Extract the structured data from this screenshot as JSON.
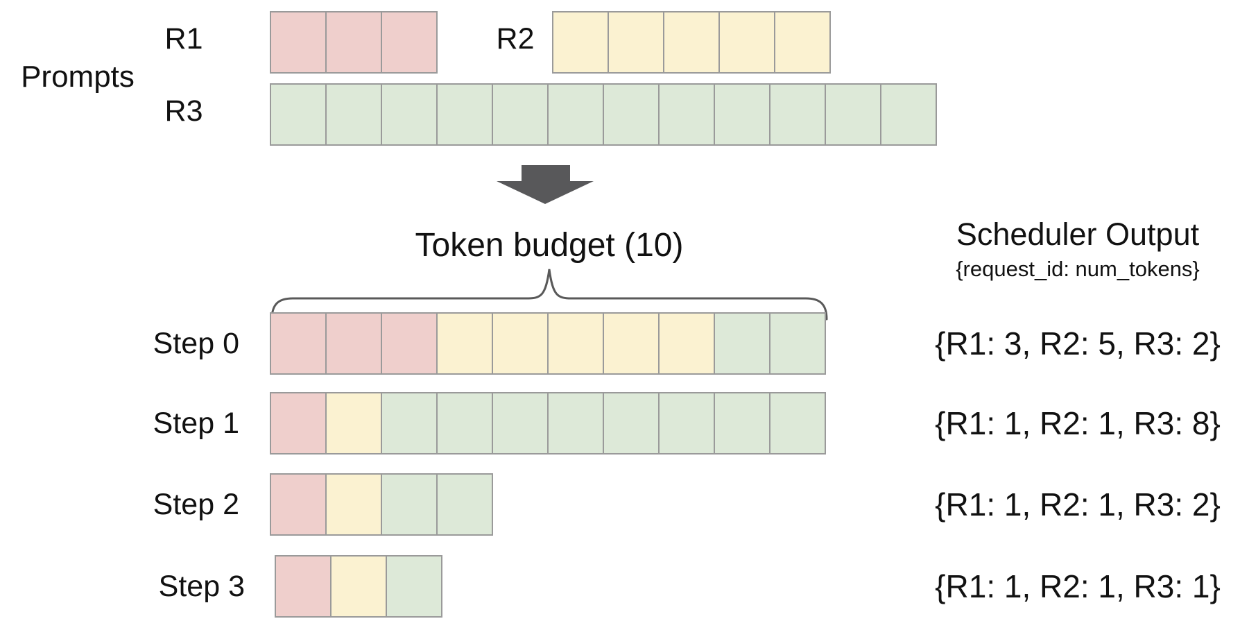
{
  "colors": {
    "r1": "#efcfcc",
    "r2": "#fbf2d1",
    "r3": "#dde9d8",
    "cell_border": "#9a9a9a",
    "arrow": "#58585a",
    "brace": "#595959",
    "text": "#111111"
  },
  "prompts": {
    "section_label": "Prompts",
    "requests": [
      {
        "id": "R1",
        "color_key": "r1",
        "num_tokens": 3
      },
      {
        "id": "R2",
        "color_key": "r2",
        "num_tokens": 5
      },
      {
        "id": "R3",
        "color_key": "r3",
        "num_tokens": 12
      }
    ]
  },
  "token_budget": {
    "label": "Token budget (10)",
    "budget": 10
  },
  "scheduler": {
    "title": "Scheduler Output",
    "subtitle": "{request_id: num_tokens}"
  },
  "steps": [
    {
      "label": "Step 0",
      "allocations": [
        {
          "request": "R1",
          "color_key": "r1",
          "count": 3
        },
        {
          "request": "R2",
          "color_key": "r2",
          "count": 5
        },
        {
          "request": "R3",
          "color_key": "r3",
          "count": 2
        }
      ],
      "output": "{R1: 3, R2: 5, R3: 2}"
    },
    {
      "label": "Step 1",
      "allocations": [
        {
          "request": "R1",
          "color_key": "r1",
          "count": 1
        },
        {
          "request": "R2",
          "color_key": "r2",
          "count": 1
        },
        {
          "request": "R3",
          "color_key": "r3",
          "count": 8
        }
      ],
      "output": "{R1: 1, R2: 1, R3: 8}"
    },
    {
      "label": "Step 2",
      "allocations": [
        {
          "request": "R1",
          "color_key": "r1",
          "count": 1
        },
        {
          "request": "R2",
          "color_key": "r2",
          "count": 1
        },
        {
          "request": "R3",
          "color_key": "r3",
          "count": 2
        }
      ],
      "output": "{R1: 1, R2: 1, R3: 2}"
    },
    {
      "label": "Step 3",
      "allocations": [
        {
          "request": "R1",
          "color_key": "r1",
          "count": 1
        },
        {
          "request": "R2",
          "color_key": "r2",
          "count": 1
        },
        {
          "request": "R3",
          "color_key": "r3",
          "count": 1
        }
      ],
      "output": "{R1: 1, R2: 1, R3: 1}"
    }
  ]
}
